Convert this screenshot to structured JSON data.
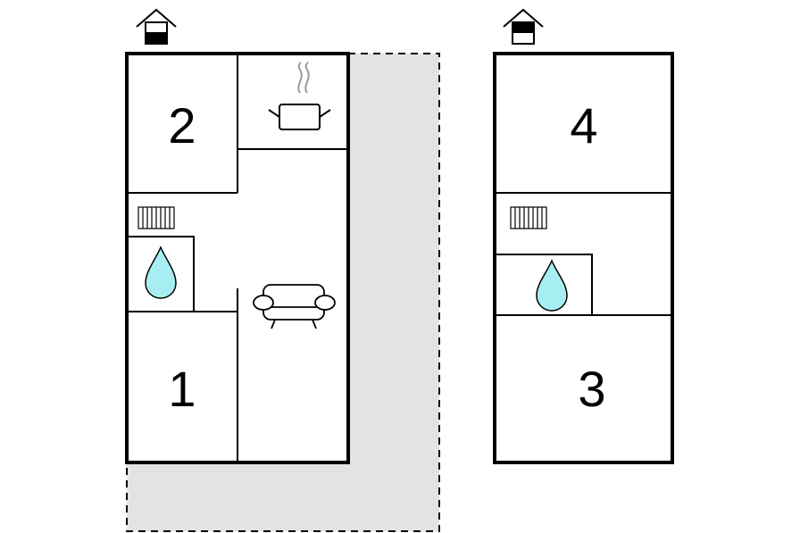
{
  "floors": [
    {
      "level_icon": "house-ground-floor-icon",
      "rooms": [
        {
          "number": "2",
          "kind": "bedroom"
        },
        {
          "number": "1",
          "kind": "bedroom"
        }
      ],
      "symbols": [
        "kitchen-pot-icon",
        "radiator-icon",
        "bathroom-drop-icon",
        "sofa-icon"
      ],
      "terrace": "shaded-outdoor-area"
    },
    {
      "level_icon": "house-upper-floor-icon",
      "rooms": [
        {
          "number": "4",
          "kind": "bedroom"
        },
        {
          "number": "3",
          "kind": "bedroom"
        }
      ],
      "symbols": [
        "radiator-icon",
        "bathroom-drop-icon"
      ]
    }
  ],
  "colors": {
    "wall": "#000000",
    "terrace_fill": "#e3e3e3",
    "water": "#a6eef2",
    "steam": "#9a9a9a"
  }
}
